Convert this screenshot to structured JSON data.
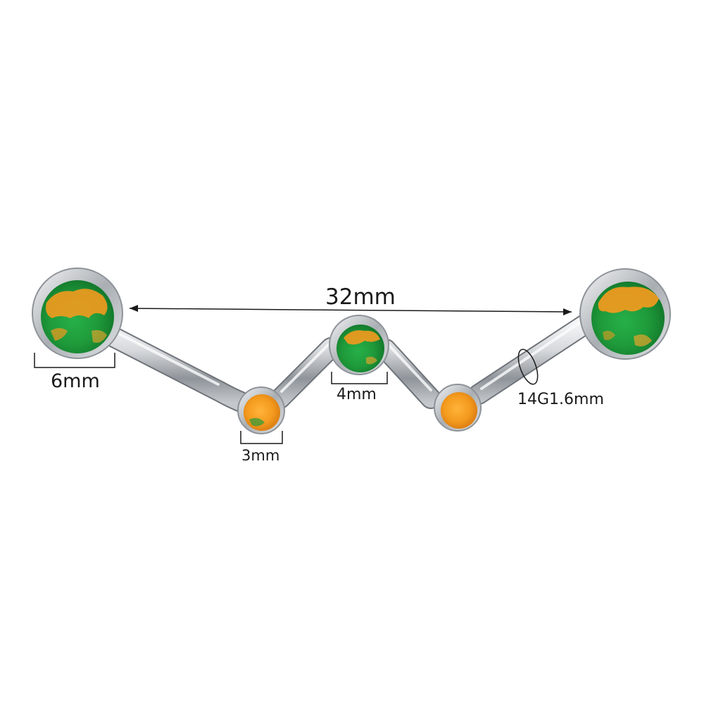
{
  "product": {
    "type": "zigzag curved barbell",
    "stone_colors": {
      "green": "#1f9a3a",
      "orange": "#f39a1e",
      "metal": "#c9cdd2"
    }
  },
  "measurements": {
    "length": "32mm",
    "large_stone": "6mm",
    "small_stone": "3mm",
    "medium_stone": "4mm",
    "gauge": "14G1.6mm"
  }
}
